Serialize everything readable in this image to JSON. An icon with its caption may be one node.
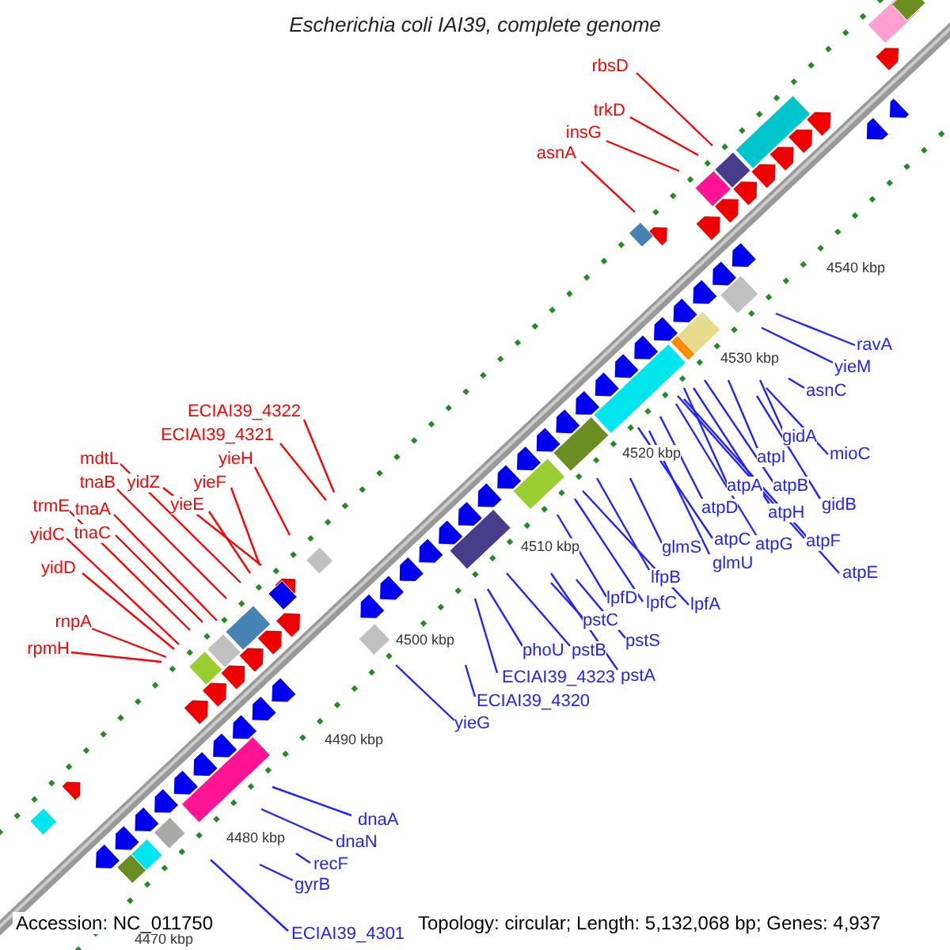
{
  "diagram": {
    "title": "Escherichia coli IAI39, complete genome",
    "nodes": [
      {
        "text": [
          "rbsD"
        ]
      },
      {
        "text": [
          "trkD"
        ]
      },
      {
        "text": [
          "insG"
        ]
      },
      {
        "text": [
          "asnA"
        ]
      },
      {
        "text": [
          "ECIAI39_4322"
        ]
      },
      {
        "text": [
          "ECIAI39_4321"
        ]
      },
      {
        "text": [
          "mdtL"
        ]
      },
      {
        "text": [
          "yieH"
        ]
      },
      {
        "text": [
          "tnaB"
        ]
      },
      {
        "text": [
          "yidZ"
        ]
      },
      {
        "text": [
          "yieF"
        ]
      },
      {
        "text": [
          "yieE"
        ]
      },
      {
        "text": [
          "trmE"
        ]
      },
      {
        "text": [
          "tnaA"
        ]
      },
      {
        "text": [
          "yidC"
        ]
      },
      {
        "text": [
          "tnaC"
        ]
      },
      {
        "text": [
          "yidD"
        ]
      },
      {
        "text": [
          "rnpA"
        ]
      },
      {
        "text": [
          "rpmH"
        ]
      },
      {
        "text": [
          "ravA"
        ]
      },
      {
        "text": [
          "yieM"
        ]
      },
      {
        "text": [
          "asnC"
        ]
      },
      {
        "text": [
          "gidA"
        ]
      },
      {
        "text": [
          "mioC"
        ]
      },
      {
        "text": [
          "atpI"
        ]
      },
      {
        "text": [
          "atpB"
        ]
      },
      {
        "text": [
          "gidB"
        ]
      },
      {
        "text": [
          "atpA"
        ]
      },
      {
        "text": [
          "atpH"
        ]
      },
      {
        "text": [
          "atpD"
        ]
      },
      {
        "text": [
          "atpF"
        ]
      },
      {
        "text": [
          "atpC"
        ]
      },
      {
        "text": [
          "atpG"
        ]
      },
      {
        "text": [
          "atpE"
        ]
      },
      {
        "text": [
          "glmS"
        ]
      },
      {
        "text": [
          "glmU"
        ]
      },
      {
        "text": [
          "lfpB"
        ]
      },
      {
        "text": [
          "lpfD"
        ]
      },
      {
        "text": [
          "lpfC"
        ]
      },
      {
        "text": [
          "lpfA"
        ]
      },
      {
        "text": [
          "pstC"
        ]
      },
      {
        "text": [
          "pstS"
        ]
      },
      {
        "text": [
          "phoU"
        ]
      },
      {
        "text": [
          "pstB"
        ]
      },
      {
        "text": [
          "ECIAI39_4323"
        ]
      },
      {
        "text": [
          "pstA"
        ]
      },
      {
        "text": [
          "ECIAI39_4320"
        ]
      },
      {
        "text": [
          "yieG"
        ]
      },
      {
        "text": [
          "dnaA"
        ]
      },
      {
        "text": [
          "dnaN"
        ]
      },
      {
        "text": [
          "recF"
        ]
      },
      {
        "text": [
          "gyrB"
        ]
      },
      {
        "text": [
          "ECIAI39_4301"
        ]
      }
    ],
    "edges": [
      {
        "from": 0,
        "to": null,
        "arrow": "none",
        "color": "#ff0000"
      },
      {
        "from": 1,
        "to": null,
        "arrow": "none",
        "color": "#ff0000"
      },
      {
        "from": 2,
        "to": null,
        "arrow": "none",
        "color": "#ff0000"
      },
      {
        "from": 3,
        "to": null,
        "arrow": "none",
        "color": "#ff0000"
      },
      {
        "from": 4,
        "to": null,
        "arrow": "none",
        "color": "#ff0000"
      },
      {
        "from": 5,
        "to": null,
        "arrow": "none",
        "color": "#ff0000"
      },
      {
        "from": 6,
        "to": null,
        "arrow": "none",
        "color": "#ff0000"
      },
      {
        "from": 7,
        "to": null,
        "arrow": "none",
        "color": "#ff0000"
      },
      {
        "from": 8,
        "to": null,
        "arrow": "none",
        "color": "#ff0000"
      },
      {
        "from": 9,
        "to": null,
        "arrow": "none",
        "color": "#ff0000"
      },
      {
        "from": 10,
        "to": null,
        "arrow": "none",
        "color": "#ff0000"
      },
      {
        "from": 11,
        "to": null,
        "arrow": "none",
        "color": "#ff0000"
      },
      {
        "from": 12,
        "to": null,
        "arrow": "none",
        "color": "#ff0000"
      },
      {
        "from": 13,
        "to": null,
        "arrow": "none",
        "color": "#ff0000"
      },
      {
        "from": 14,
        "to": null,
        "arrow": "none",
        "color": "#ff0000"
      },
      {
        "from": 15,
        "to": null,
        "arrow": "none",
        "color": "#ff0000"
      },
      {
        "from": 16,
        "to": null,
        "arrow": "none",
        "color": "#ff0000"
      },
      {
        "from": 17,
        "to": null,
        "arrow": "none",
        "color": "#ff0000"
      },
      {
        "from": 18,
        "to": null,
        "arrow": "none",
        "color": "#ff0000"
      },
      {
        "from": 19,
        "to": null,
        "arrow": "none"
      },
      {
        "from": 20,
        "to": null,
        "arrow": "none"
      },
      {
        "from": 21,
        "to": null,
        "arrow": "none"
      },
      {
        "from": 22,
        "to": null,
        "arrow": "none"
      },
      {
        "from": 23,
        "to": null,
        "arrow": "none"
      },
      {
        "from": 24,
        "to": null,
        "arrow": "none"
      },
      {
        "from": 25,
        "to": null,
        "arrow": "none"
      },
      {
        "from": 26,
        "to": null,
        "arrow": "none"
      },
      {
        "from": 27,
        "to": null,
        "arrow": "none"
      },
      {
        "from": 28,
        "to": null,
        "arrow": "none"
      },
      {
        "from": 29,
        "to": null,
        "arrow": "none"
      },
      {
        "from": 30,
        "to": null,
        "arrow": "none"
      },
      {
        "from": 31,
        "to": null,
        "arrow": "none"
      },
      {
        "from": 32,
        "to": null,
        "arrow": "none"
      },
      {
        "from": 33,
        "to": null,
        "arrow": "none"
      },
      {
        "from": 34,
        "to": null,
        "arrow": "none"
      },
      {
        "from": 35,
        "to": null,
        "arrow": "none"
      },
      {
        "from": 36,
        "to": null,
        "arrow": "none"
      },
      {
        "from": 37,
        "to": null,
        "arrow": "none"
      },
      {
        "from": 38,
        "to": null,
        "arrow": "none"
      },
      {
        "from": 39,
        "to": null,
        "arrow": "none"
      },
      {
        "from": 40,
        "to": null,
        "arrow": "none"
      },
      {
        "from": 41,
        "to": null,
        "arrow": "none"
      },
      {
        "from": 42,
        "to": null,
        "arrow": "none"
      },
      {
        "from": 43,
        "to": null,
        "arrow": "none"
      },
      {
        "from": 44,
        "to": null,
        "arrow": "none"
      },
      {
        "from": 45,
        "to": null,
        "arrow": "none"
      },
      {
        "from": 46,
        "to": null,
        "arrow": "none"
      },
      {
        "from": 47,
        "to": null,
        "arrow": "none"
      },
      {
        "from": 48,
        "to": null,
        "arrow": "none"
      },
      {
        "from": 49,
        "to": null,
        "arrow": "none"
      },
      {
        "from": 50,
        "to": null,
        "arrow": "none"
      },
      {
        "from": 51,
        "to": null,
        "arrow": "none"
      },
      {
        "from": 52,
        "to": null,
        "arrow": "none"
      }
    ],
    "labels": [
      "4540 kbp",
      "4530 kbp",
      "4520 kbp",
      "4510 kbp",
      "4500 kbp",
      "4490 kbp",
      "4480 kbp",
      "4470 kbp",
      "Accession: NC_011750",
      "Topology: circular; Length: 5,132,068 bp; Genes: 4,937"
    ]
  }
}
